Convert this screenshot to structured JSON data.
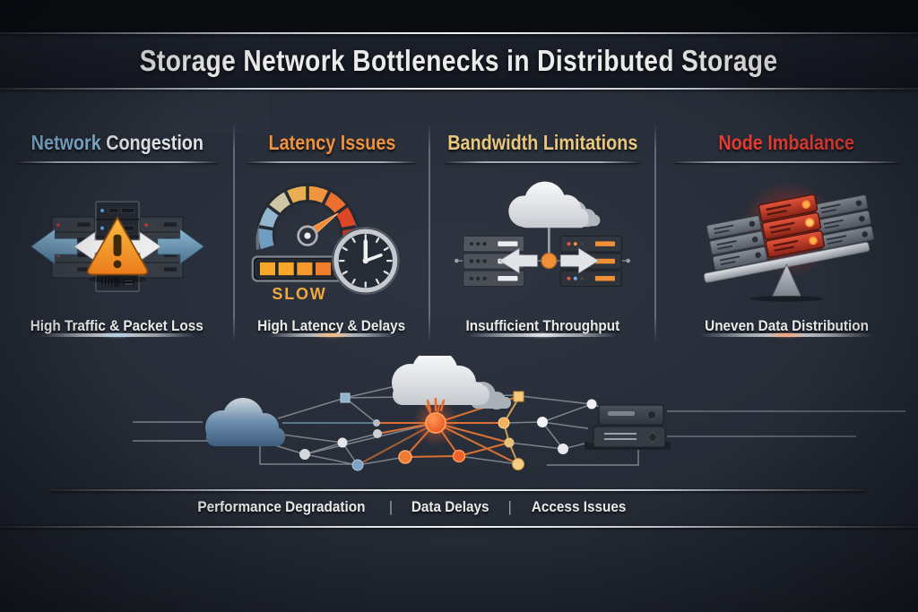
{
  "title": "Storage Network Bottlenecks in Distributed Storage",
  "columns": [
    {
      "id": "network-congestion",
      "title_accent": "Network",
      "title_rest": " Congestion",
      "accent_color": "#85b4d6",
      "caption": "High Traffic & Packet Loss",
      "icon": "servers-congestion-warning-icon"
    },
    {
      "id": "latency-issues",
      "title_accent": "Latency Issues",
      "title_rest": "",
      "accent_color": "#f0913c",
      "caption": "High Latency & Delays",
      "icon": "speedometer-clock-icon",
      "badge": "SLOW"
    },
    {
      "id": "bandwidth-limitations",
      "title_accent": "Bandwidth Limitations",
      "title_rest": "",
      "accent_color": "#e9c77d",
      "caption": "Insufficient Throughput",
      "icon": "cloud-server-transfer-icon"
    },
    {
      "id": "node-imbalance",
      "title_accent": "Node Imbalance",
      "title_rest": "",
      "accent_color": "#e23c30",
      "caption": "Uneven Data Distribution",
      "icon": "unbalanced-server-scale-icon"
    }
  ],
  "footer": {
    "items": [
      "Performance Degradation",
      "Data Delays",
      "Access Issues"
    ],
    "separator": "|"
  },
  "colors": {
    "background": "#232833",
    "top_band": "#0a0c10",
    "title_text": "#ebebe9",
    "caption_text": "#e9e9e7",
    "accent_blue": "#85b4d6",
    "accent_orange": "#f0913c",
    "accent_gold": "#e9c77d",
    "accent_red": "#e23c30",
    "hotspot_orange": "#f2622c",
    "warning_amber": "#f5a623"
  }
}
